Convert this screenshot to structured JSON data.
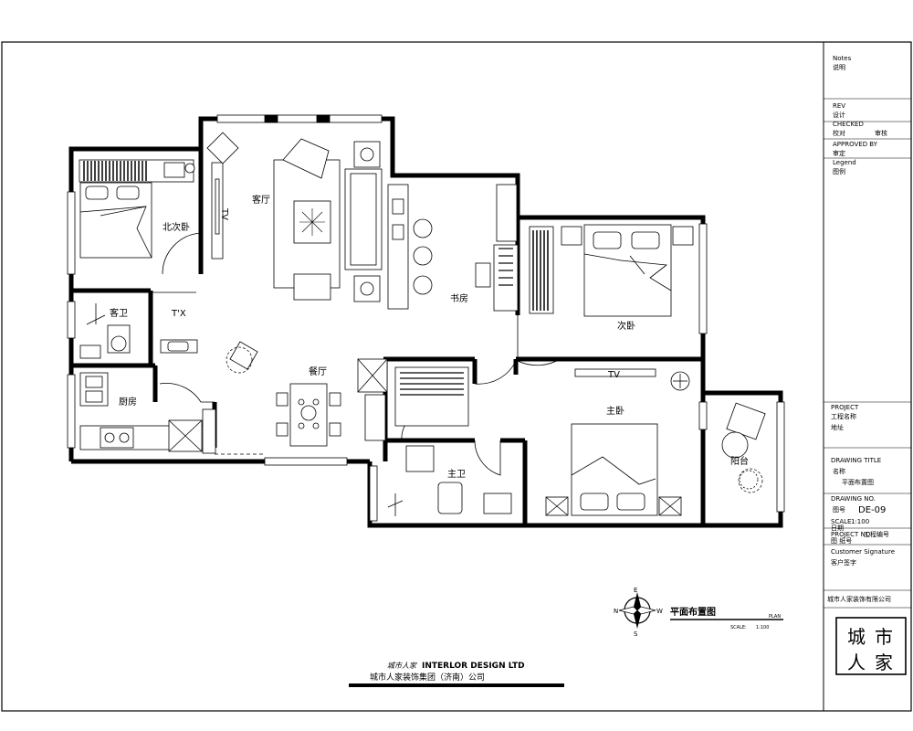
{
  "rooms": {
    "north_second_bedroom": "北次卧",
    "living_room": "客厅",
    "tv": "TV",
    "guest_bath": "客卫",
    "kitchen": "厨房",
    "dining_room": "餐厅",
    "study": "书房",
    "second_bedroom": "次卧",
    "master_bedroom": "主卧",
    "master_bath": "主卫",
    "balcony": "阳台",
    "tv_master": "TV",
    "hall_partial": "T'X"
  },
  "title_block": {
    "notes_label": "Notes",
    "notes_value": "说明",
    "rev_label": "REV",
    "rev_value": "设计",
    "checked_label": "CHECKED",
    "checked_value": "校对",
    "checked_date": "审核",
    "approved_label": "APPROVED BY",
    "approved_value": "审定",
    "legend_label": "Legend",
    "legend_value": "图例",
    "project_label": "PROJECT",
    "project_value": "工程名称",
    "project_sub": "地址",
    "drawing_title_label": "DRAWING TITLE",
    "drawing_title_value": "平面布置图",
    "drawing_title_prefix": "名称",
    "drawing_no_label": "DRAWING NO.",
    "drawing_no_prefix": "图号",
    "drawing_no_value": "DE-09",
    "scale_label": "SCALE",
    "scale_value": "1:100",
    "date_label": "日期",
    "project_no_label": "PROJECT NO",
    "project_no_value": "工程编号",
    "sheet_label": "图 纸号",
    "customer_signature_label": "Customer Signature",
    "customer_signature_value": "客户签字",
    "company_short": "城市人家装饰有限公司",
    "logo_text": "城市人家"
  },
  "plan_title": {
    "title": "平面布置图",
    "plan_label": "PLAN",
    "scale_label": "SCALE:",
    "scale_value": "1:100"
  },
  "compass": {
    "n": "N",
    "s": "S",
    "e": "E",
    "w": "W"
  },
  "footer": {
    "brand_script": "城市人家",
    "company_en": "INTERLOR DESIGN LTD",
    "company_cn": "城市人家装饰集团（济南）公司"
  },
  "colors": {
    "line": "#000000",
    "background": "#ffffff"
  }
}
